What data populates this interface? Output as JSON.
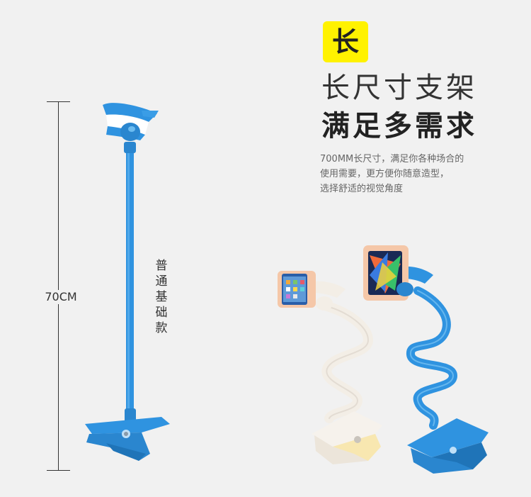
{
  "badge": "长",
  "title_line1": "长尺寸支架",
  "title_line2": "满足多需求",
  "description": [
    "700MM长尺寸，满足你各种场合的",
    "使用需要，更方便你随意造型，",
    "选择舒适的视觉角度"
  ],
  "measurement_label": "70CM",
  "vertical_caption": "普通基础款",
  "colors": {
    "background": "#f1f1f1",
    "badge": "#fff200",
    "product_blue": "#2f93e0",
    "product_white": "#f3eee6",
    "phone_pink": "#f5c7a8"
  }
}
